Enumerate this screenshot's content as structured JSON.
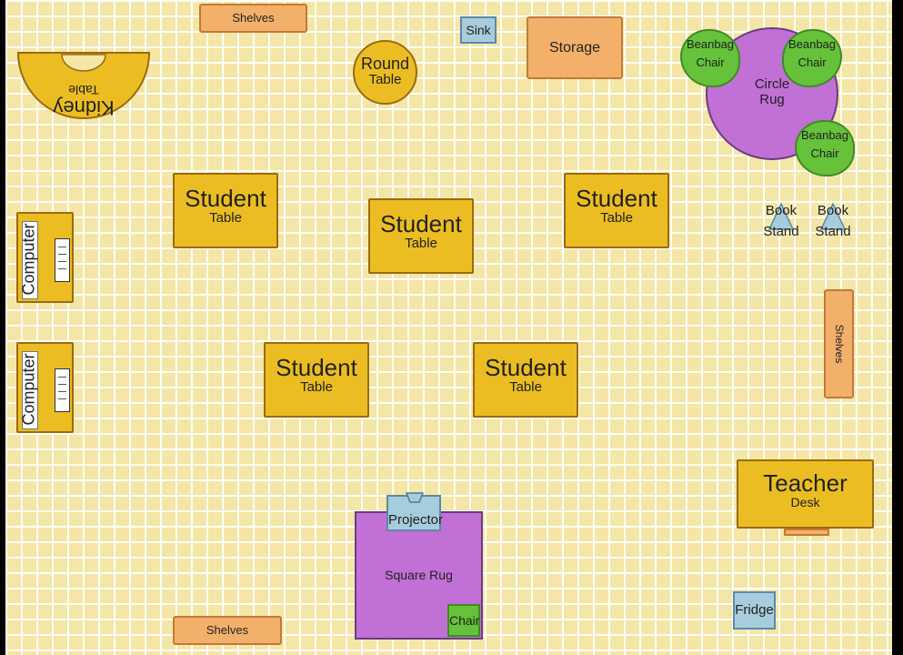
{
  "plan": {
    "shelves_top": "Shelves",
    "sink": "Sink",
    "storage": "Storage",
    "round_table": {
      "line1": "Round",
      "line2": "Table"
    },
    "kidney_table": {
      "line1": "Kidney",
      "line2": "Table"
    },
    "circle_rug": {
      "line1": "Circle",
      "line2": "Rug"
    },
    "beanbag": {
      "line1": "Beanbag",
      "line2": "Chair"
    },
    "book_stand": {
      "line1": "Book",
      "line2": "Stand"
    },
    "student_table": {
      "line1": "Student",
      "line2": "Table"
    },
    "computer": "Computer",
    "shelves_right": "Shelves",
    "teacher_desk": {
      "line1": "Teacher",
      "line2": "Desk"
    },
    "projector": "Projector",
    "square_rug": "Square Rug",
    "chair": "Chair",
    "fridge": "Fridge",
    "shelves_bottom": "Shelves"
  },
  "colors": {
    "floor": "#f4e6a6",
    "table": "#ebbd22",
    "shelves": "#f3b06a",
    "rug": "#c170d6",
    "beanbag": "#65c23a",
    "fixture": "#a7ccdc"
  }
}
